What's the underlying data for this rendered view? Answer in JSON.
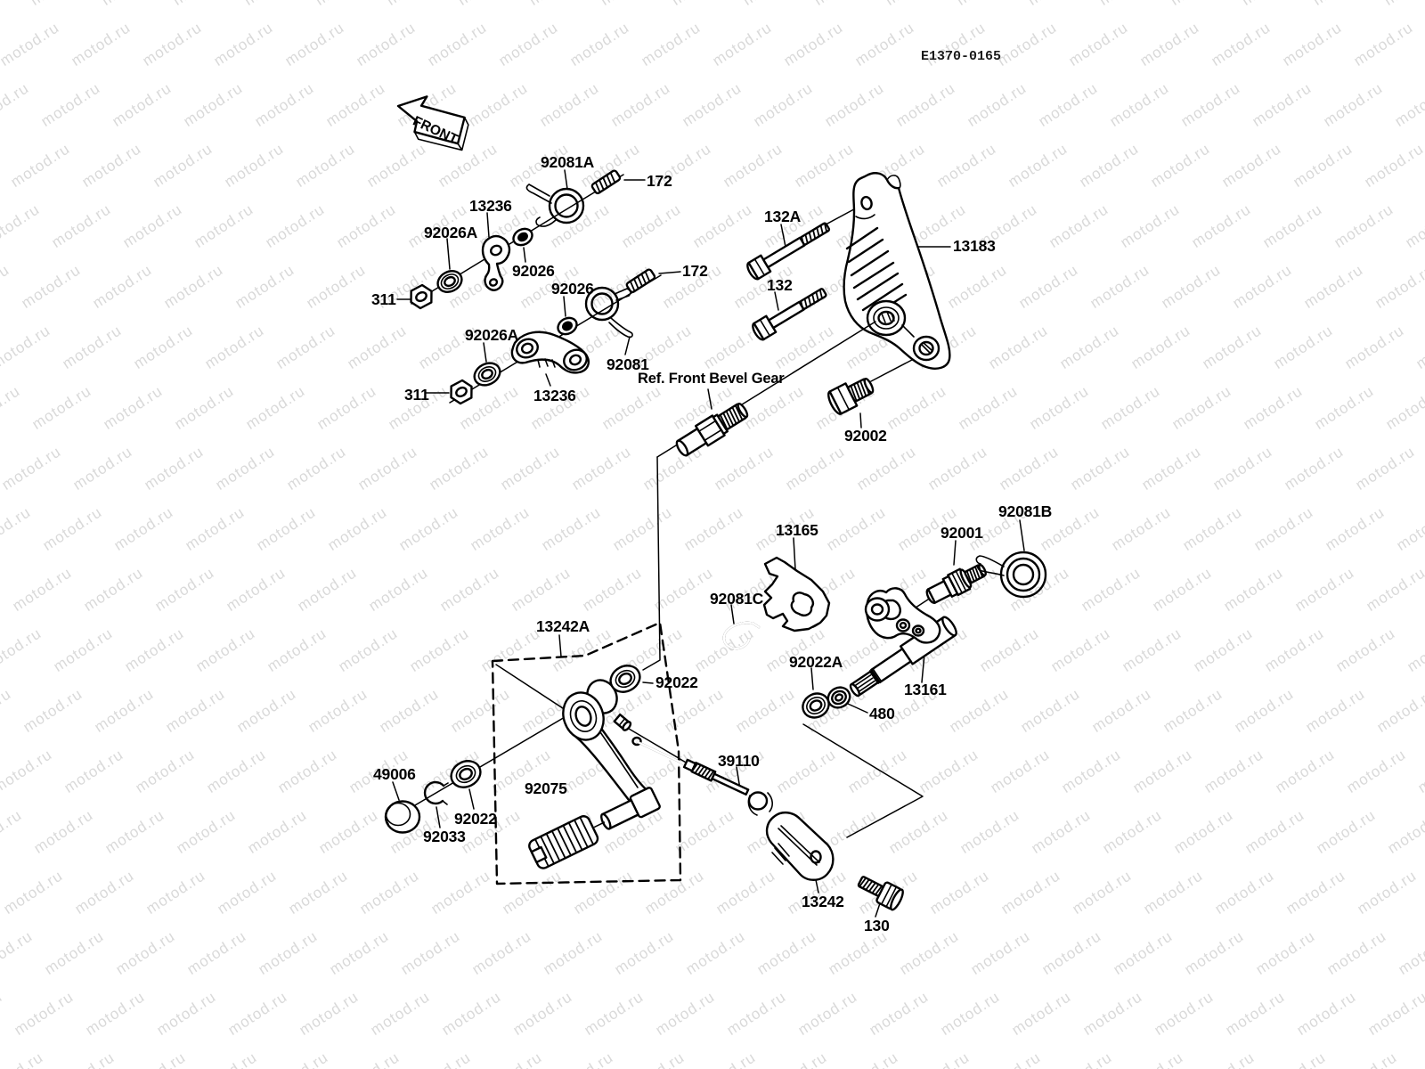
{
  "watermark": {
    "text": "motod.ru"
  },
  "diagram": {
    "code": "E1370-0165",
    "front_label": "FRONT",
    "callouts": {
      "c92081A": "92081A",
      "c172_1": "172",
      "c13236_1": "13236",
      "c92026A_1": "92026A",
      "c92026_1": "92026",
      "c311_1": "311",
      "c92026_2": "92026",
      "c172_2": "172",
      "c92026A_2": "92026A",
      "c311_2": "311",
      "c13236_2": "13236",
      "c92081": "92081",
      "cref": "Ref. Front Bevel Gear",
      "c132A": "132A",
      "c132": "132",
      "c13183": "13183",
      "c92002": "92002",
      "c13165": "13165",
      "c92001": "92001",
      "c92081B": "92081B",
      "c92081C": "92081C",
      "c92022A": "92022A",
      "c13161": "13161",
      "c480": "480",
      "c92022_1": "92022",
      "c13242A": "13242A",
      "c49006": "49006",
      "c92033": "92033",
      "c92022_2": "92022",
      "c92075": "92075",
      "c39110": "39110",
      "c13242": "13242",
      "c130": "130"
    }
  }
}
